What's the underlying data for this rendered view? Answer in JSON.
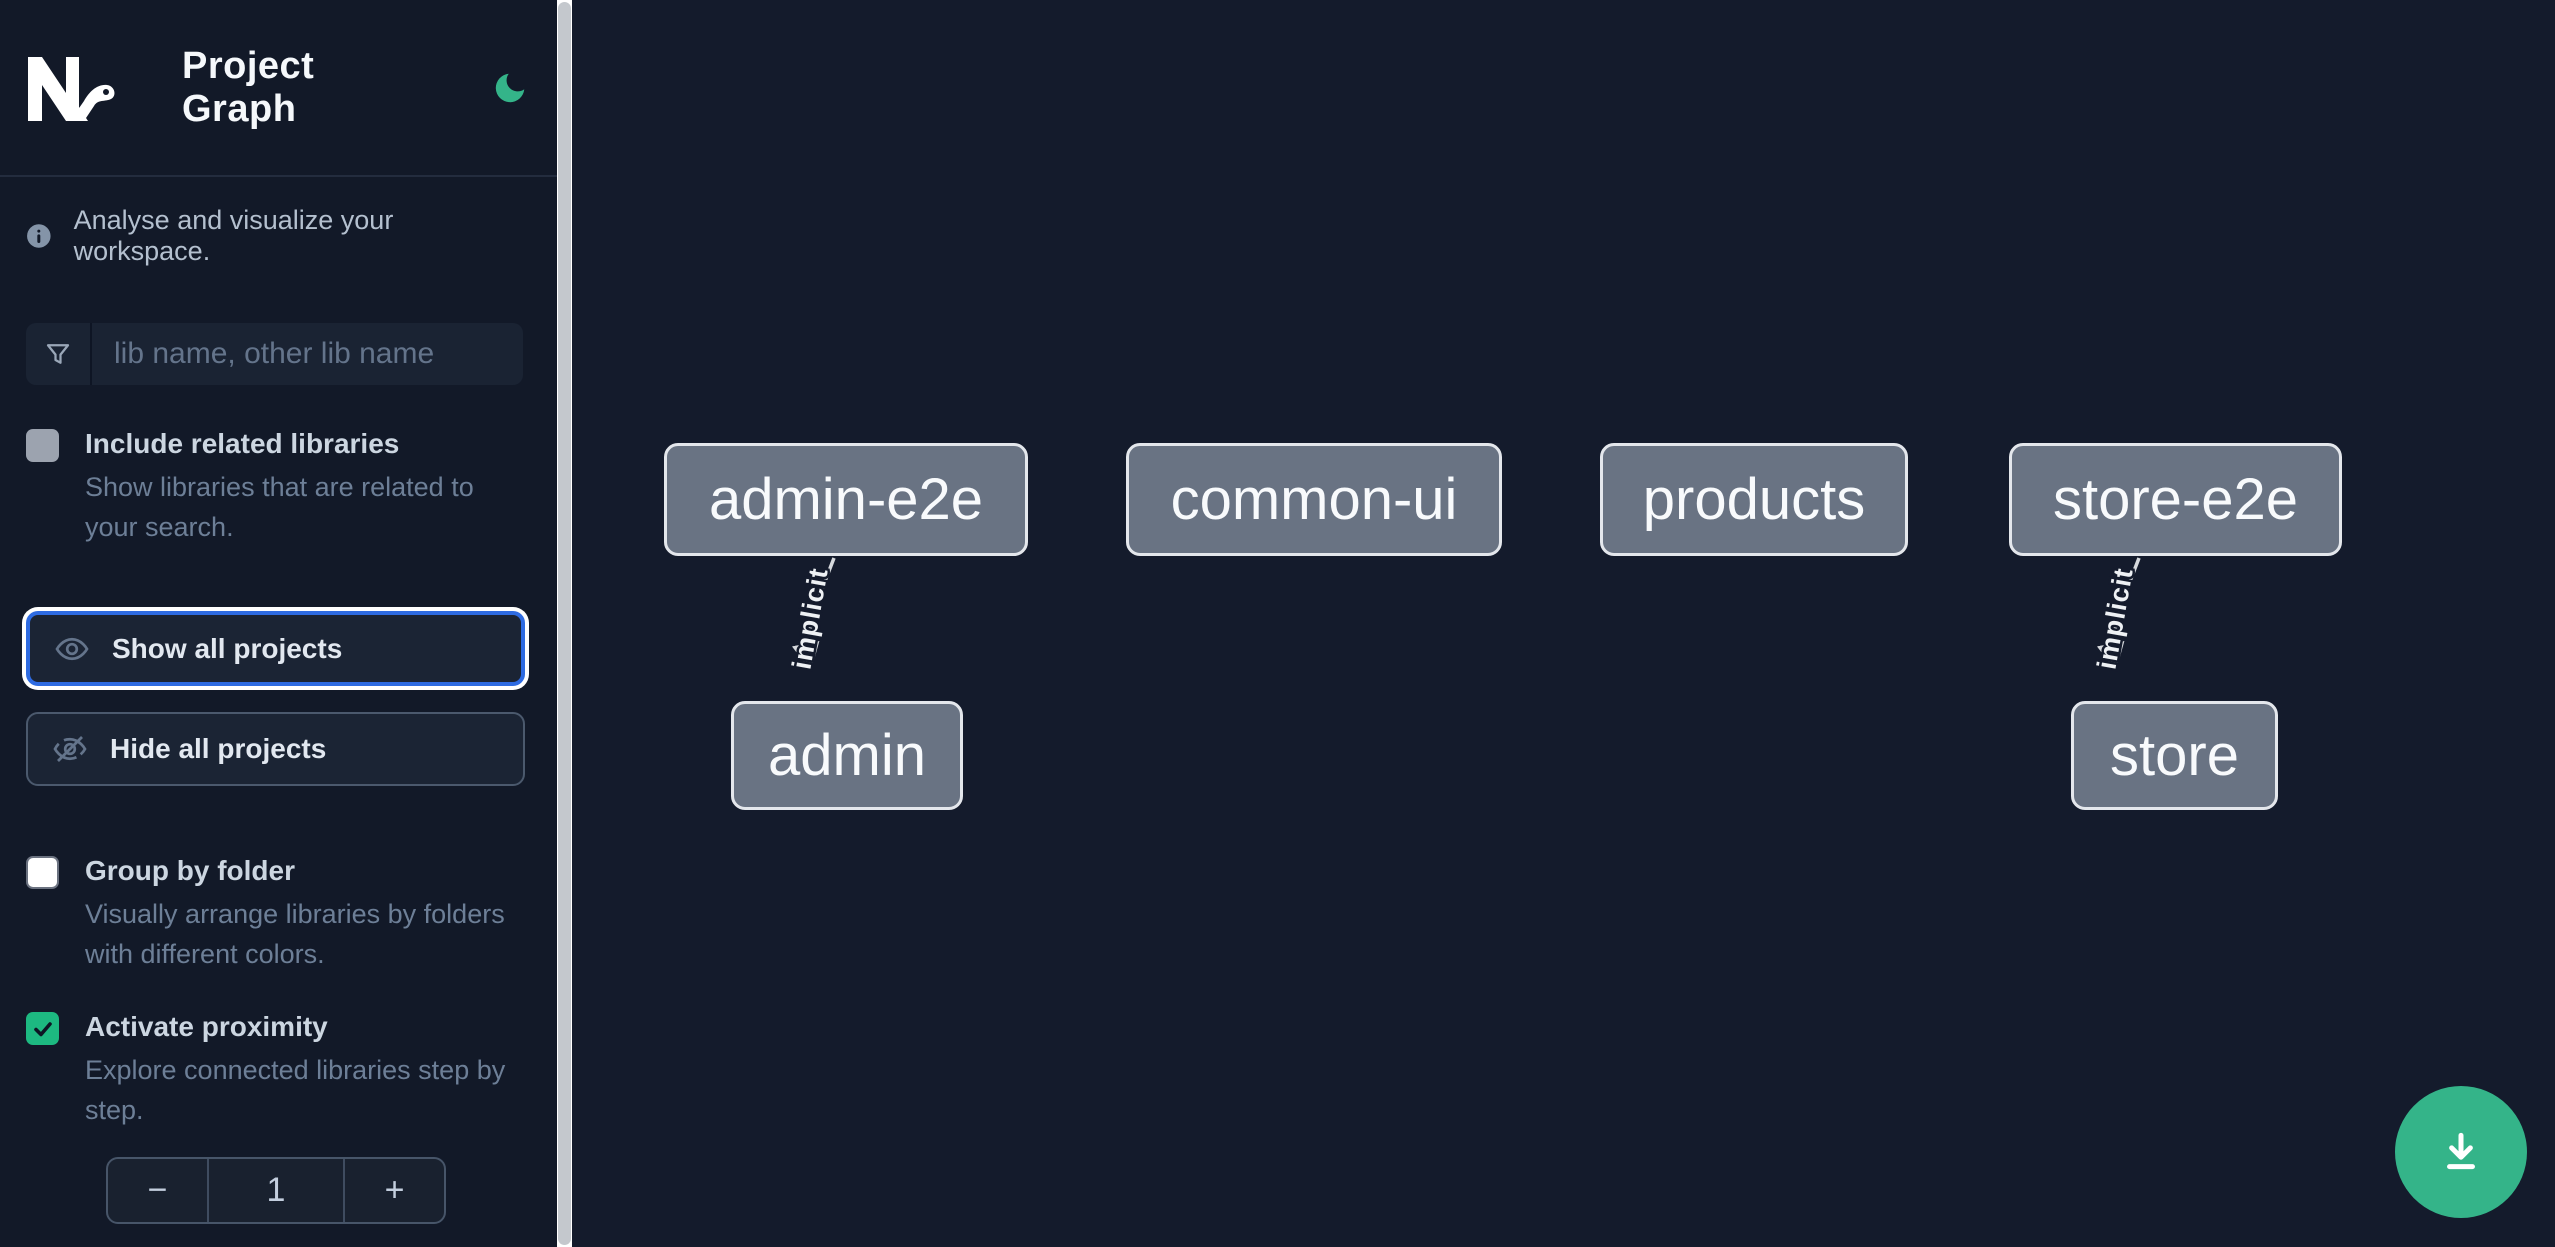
{
  "header": {
    "title": "Project Graph",
    "logo": "Nx",
    "theme_icon": "moon-icon"
  },
  "sidebar": {
    "intro": "Analyse and visualize your workspace.",
    "search": {
      "placeholder": "lib name, other lib name",
      "value": "",
      "icon": "filter-funnel-icon"
    },
    "options": [
      {
        "id": "include-related-libraries",
        "label": "Include related libraries",
        "description": "Show libraries that are related to your search.",
        "checked": false,
        "checkbox_style": "gray"
      },
      {
        "id": "group-by-folder",
        "label": "Group by folder",
        "description": "Visually arrange libraries by folders with different colors.",
        "checked": false,
        "checkbox_style": "white"
      },
      {
        "id": "activate-proximity",
        "label": "Activate proximity",
        "description": "Explore connected libraries step by step.",
        "checked": true,
        "checkbox_style": "green"
      }
    ],
    "buttons": {
      "show_all": "Show all projects",
      "hide_all": "Hide all projects",
      "show_all_focused": true,
      "show_icon": "eye-icon",
      "hide_icon": "eye-off-icon"
    },
    "stepper": {
      "decrement": "−",
      "value": "1",
      "increment": "+"
    }
  },
  "graph": {
    "nodes": [
      {
        "label": "admin-e2e",
        "row": "top"
      },
      {
        "label": "common-ui",
        "row": "top"
      },
      {
        "label": "products",
        "row": "top"
      },
      {
        "label": "store-e2e",
        "row": "top"
      },
      {
        "label": "admin",
        "row": "bottom"
      },
      {
        "label": "store",
        "row": "bottom"
      }
    ],
    "edges": [
      {
        "from": "admin-e2e",
        "to": "admin",
        "label": "implicit"
      },
      {
        "from": "store-e2e",
        "to": "store",
        "label": "implicit"
      }
    ]
  },
  "fab": {
    "icon": "download-icon"
  },
  "colors": {
    "sidebar_bg": "#121928",
    "canvas_bg": "#141b2c",
    "accent_blue": "#2e6be2",
    "emerald": "#34b489",
    "checkbox_green": "#1db981",
    "node_fill": "#697383",
    "node_border": "#e4e7ec",
    "edge": "#d6d9dd",
    "label_text": "#ccd6e1",
    "description_text": "#6d7f97"
  }
}
